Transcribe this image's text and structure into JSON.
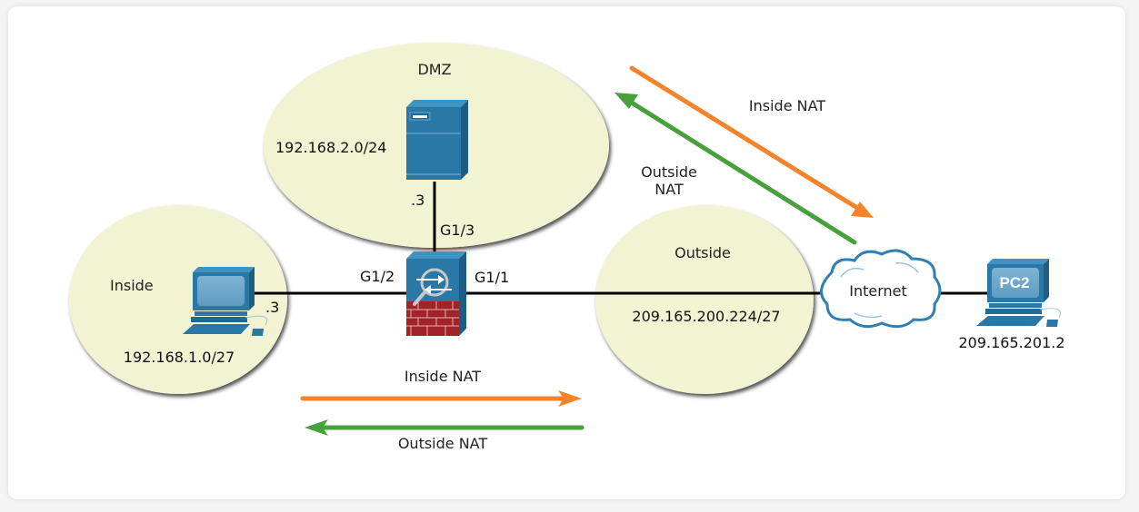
{
  "diagram": {
    "zones": {
      "dmz": {
        "name": "DMZ",
        "network": "192.168.2.0/24",
        "host_suffix": ".3",
        "interface": "G1/3"
      },
      "inside": {
        "name": "Inside",
        "network": "192.168.1.0/27",
        "host_suffix": ".3",
        "interface": "G1/2"
      },
      "outside": {
        "name": "Outside",
        "network": "209.165.200.224/27",
        "interface": "G1/1"
      }
    },
    "internet": {
      "label": "Internet"
    },
    "pc2": {
      "label": "PC2",
      "address": "209.165.201.2"
    },
    "flows": {
      "top_inside_nat": "Inside NAT",
      "top_outside_nat_line1": "Outside",
      "top_outside_nat_line2": "NAT",
      "bottom_inside_nat": "Inside NAT",
      "bottom_outside_nat": "Outside NAT"
    },
    "colors": {
      "zone_fill": "#f2f3d2",
      "device_blue": "#2a78a6",
      "inside_nat_arrow": "#f5832a",
      "outside_nat_arrow": "#46a03c",
      "firewall_brick": "#a02328",
      "cloud_stroke": "#2f7fb2"
    }
  }
}
